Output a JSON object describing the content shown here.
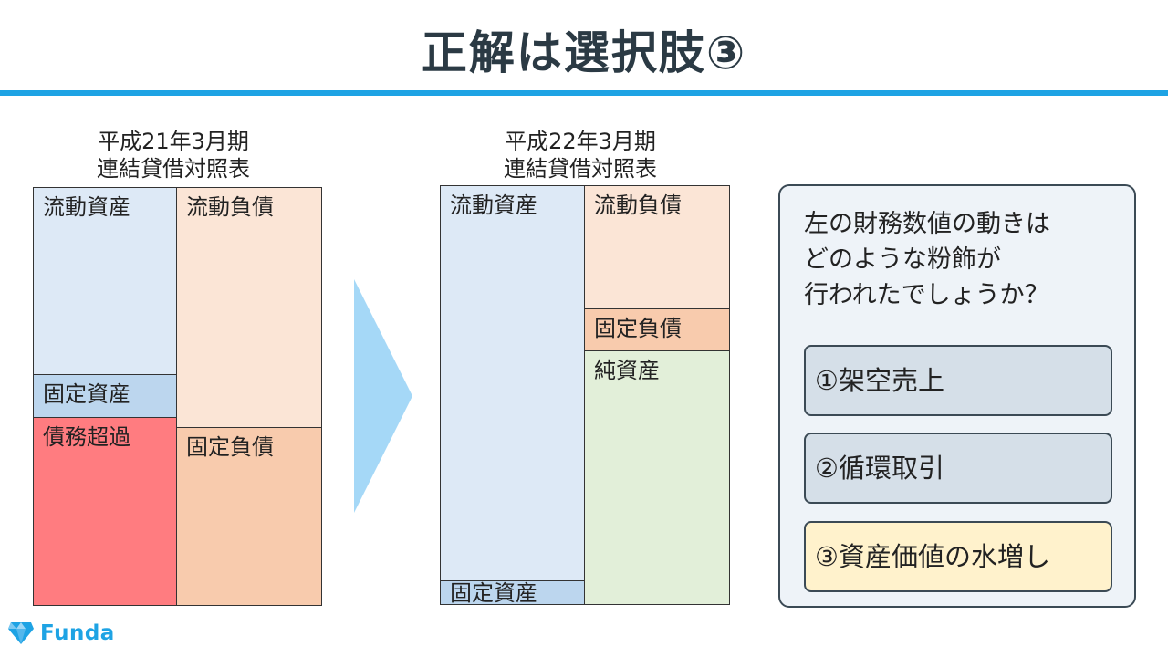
{
  "header": {
    "title": "正解は選択肢③"
  },
  "left_sheet": {
    "caption_line1": "平成21年3月期",
    "caption_line2": "連結貸借対照表",
    "current_assets": "流動資産",
    "fixed_assets": "固定資産",
    "deficit": "債務超過",
    "current_liabilities": "流動負債",
    "fixed_liabilities": "固定負債"
  },
  "right_sheet": {
    "caption_line1": "平成22年3月期",
    "caption_line2": "連結貸借対照表",
    "current_assets": "流動資産",
    "fixed_assets": "固定資産",
    "current_liabilities": "流動負債",
    "fixed_liabilities": "固定負債",
    "net_assets": "純資産"
  },
  "question_panel": {
    "question_lines": [
      "左の財務数値の動きは",
      "どのような粉飾が",
      "行われたでしょうか？"
    ],
    "options": [
      {
        "label": "①架空売上",
        "selected": false
      },
      {
        "label": "②循環取引",
        "selected": false
      },
      {
        "label": "③資産価値の水増し",
        "selected": true
      }
    ]
  },
  "footer": {
    "logo_text": "Funda",
    "logo_icon": "diamond-icon"
  },
  "colors": {
    "accent": "#1ea3e4",
    "current_assets": "#dde9f6",
    "fixed_assets": "#bcd6ee",
    "current_liabilities": "#fbe5d6",
    "fixed_liabilities": "#f8cbad",
    "deficit": "#ff7c80",
    "net_assets": "#e2efd9",
    "selected_option": "#fff2cc"
  }
}
